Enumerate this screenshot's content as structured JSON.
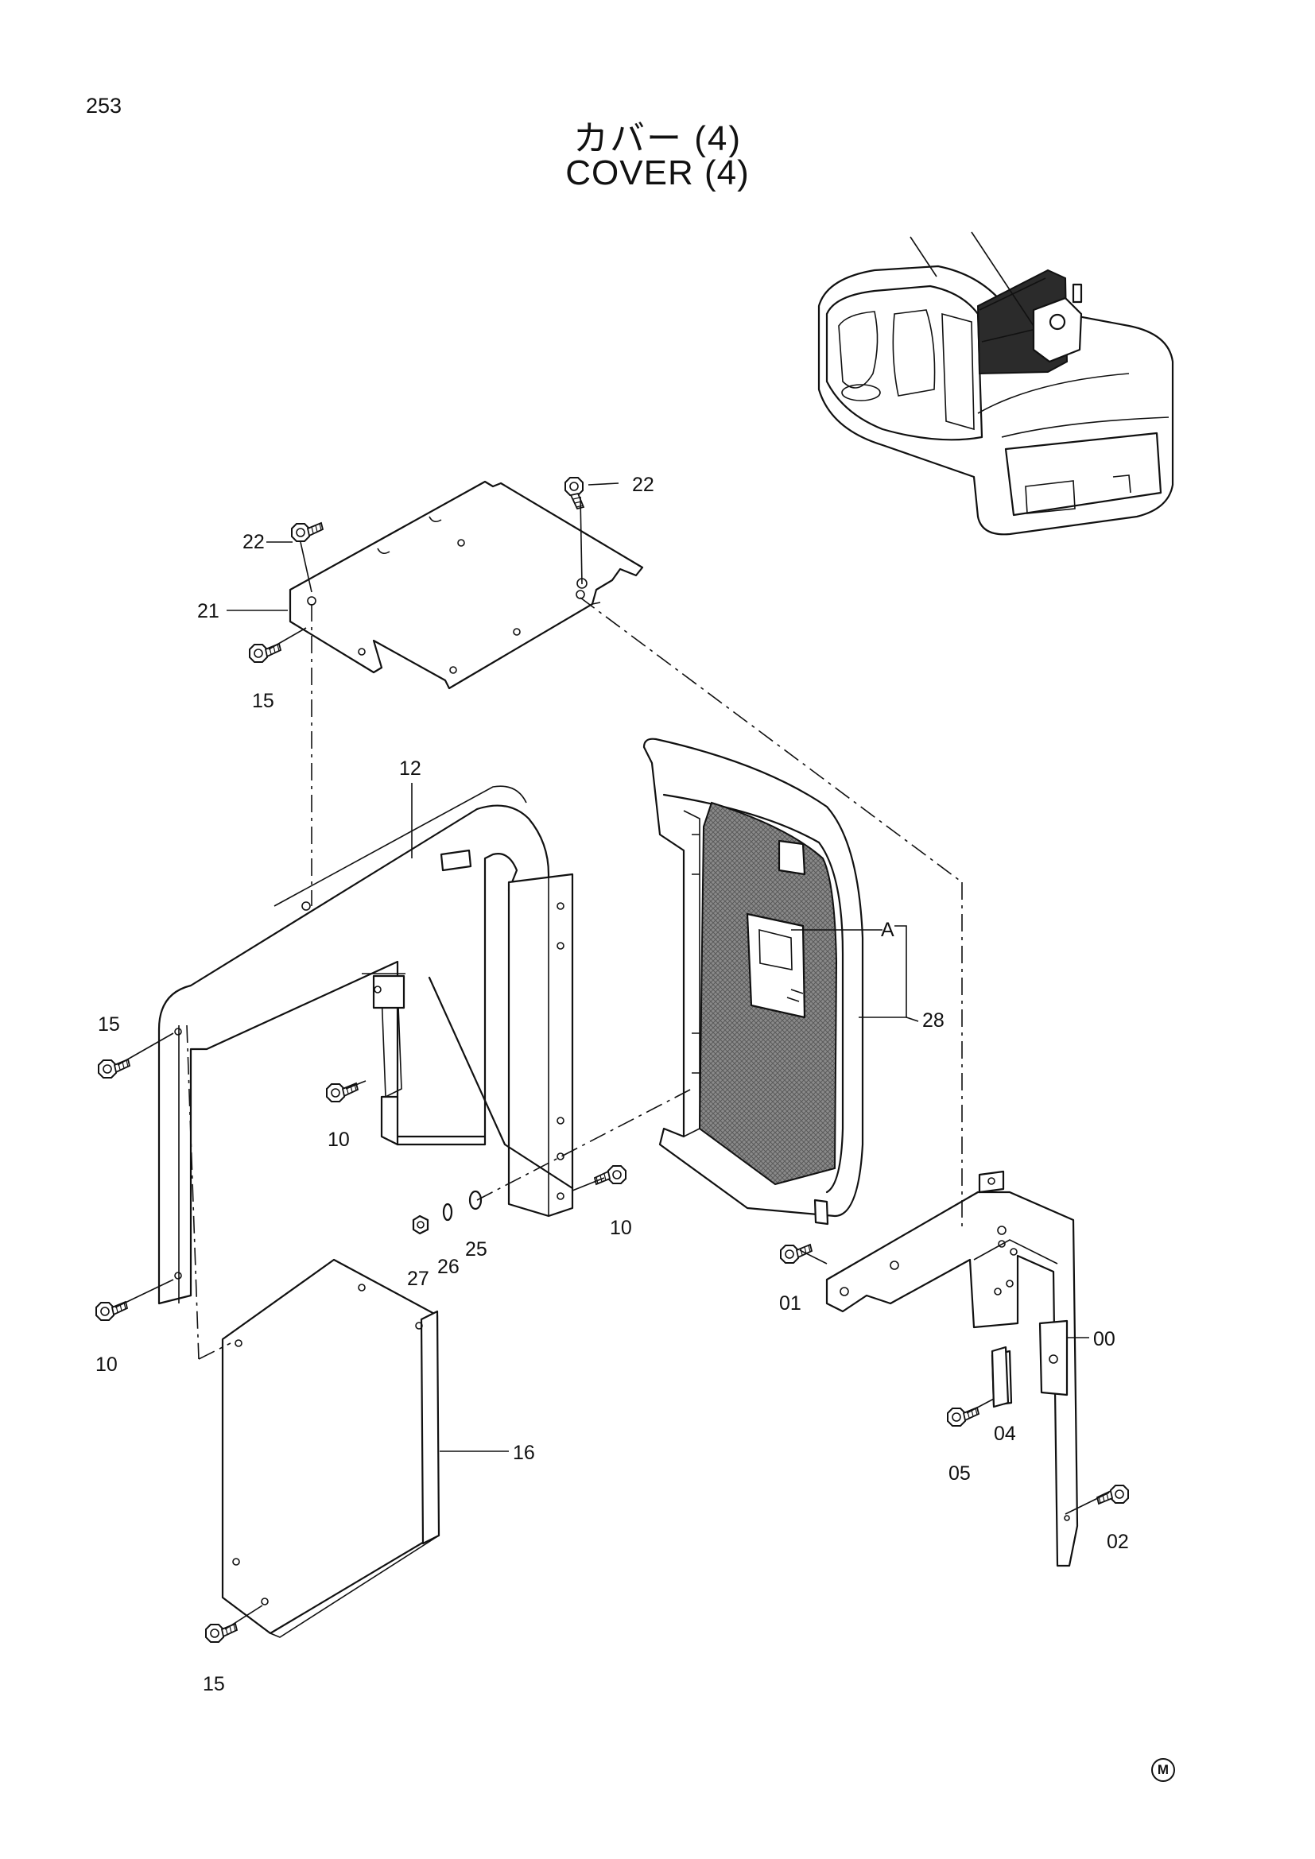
{
  "page": {
    "number": "253"
  },
  "title": {
    "japanese": "カバー (4)",
    "english": "COVER (4)"
  },
  "callouts": {
    "c22a": "22",
    "c22b": "22",
    "c21": "21",
    "c15a": "15",
    "c12": "12",
    "cA": "A",
    "c28": "28",
    "c15b": "15",
    "c10a": "10",
    "c27": "27",
    "c26": "26",
    "c25": "25",
    "c10b": "10",
    "c01": "01",
    "c10c": "10",
    "c00": "00",
    "c04": "04",
    "c05": "05",
    "c16": "16",
    "c02": "02",
    "c15c": "15"
  },
  "mark": "M"
}
